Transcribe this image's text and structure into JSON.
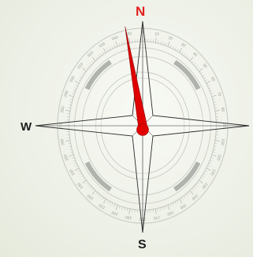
{
  "cardinals": {
    "north": "N",
    "west": "W",
    "south": "S"
  },
  "heading_degrees": 350,
  "dial": {
    "degree_labels": [
      "0",
      "10",
      "20",
      "30",
      "40",
      "50",
      "60",
      "70",
      "80",
      "90",
      "100",
      "110",
      "120",
      "130",
      "140",
      "150",
      "160",
      "170",
      "180",
      "190",
      "200",
      "210",
      "220",
      "230",
      "240",
      "250",
      "260",
      "270",
      "280",
      "290",
      "300",
      "310",
      "320",
      "330",
      "340",
      "350"
    ]
  },
  "colors": {
    "background": "#eef1e8",
    "ring": "#c4c8be",
    "band": "#b0b3ad",
    "needle": "#e00000",
    "north_label": "#e11f1f",
    "label": "#1c1c1c"
  }
}
